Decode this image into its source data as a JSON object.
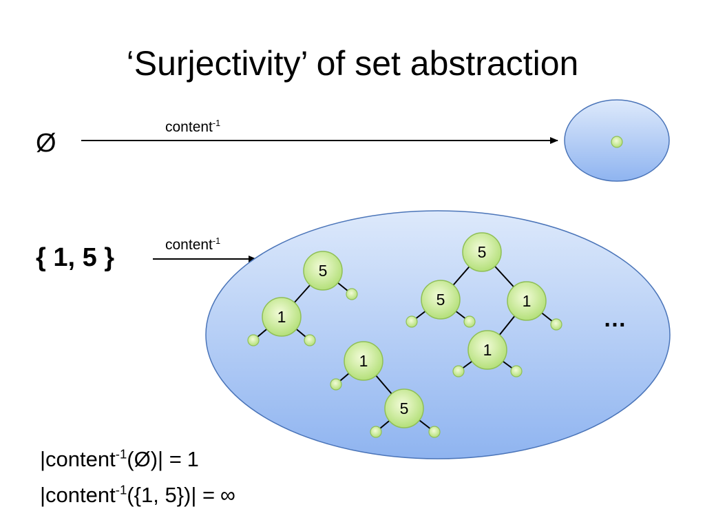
{
  "title": "‘Surjectivity’ of set abstraction",
  "rows": [
    {
      "set": "Ø",
      "arrow_label": "content",
      "arrow_exponent": "-1"
    },
    {
      "set": "{ 1, 5 }",
      "arrow_label": "content",
      "arrow_exponent": "-1"
    }
  ],
  "trees": [
    {
      "nodes": [
        "5",
        "1"
      ]
    },
    {
      "nodes": [
        "5",
        "5",
        "1",
        "1"
      ]
    },
    {
      "nodes": [
        "1",
        "5"
      ]
    }
  ],
  "more_marker": "…",
  "formulas": [
    {
      "prefix": "|content",
      "exponent": "-1",
      "argument": "(Ø)| =",
      "result": "1"
    },
    {
      "prefix": "|content",
      "exponent": "-1",
      "argument": "({1, 5})| =",
      "result": "∞"
    }
  ],
  "colors": {
    "set_fill_top": "#dde9fb",
    "set_fill_bottom": "#8fb4f0",
    "set_stroke": "#4a74b8",
    "node_fill_center": "#f2fbd8",
    "node_fill_edge": "#b4e07a",
    "node_stroke": "#8fbf55",
    "edge": "#000000"
  }
}
